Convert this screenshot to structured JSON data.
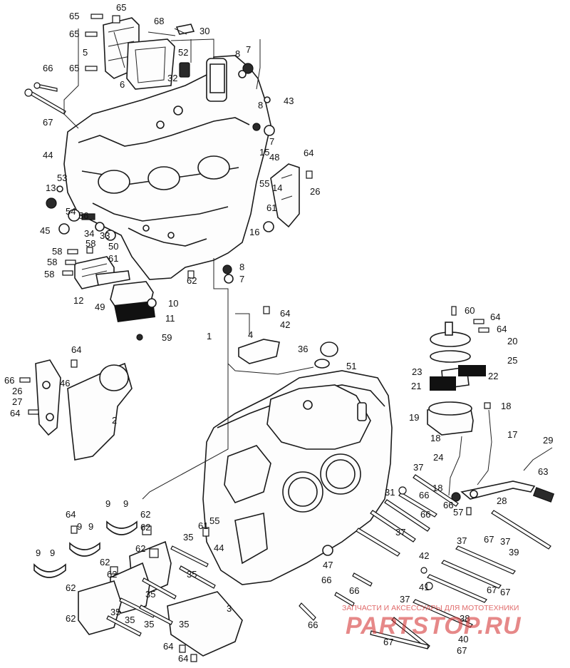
{
  "callouts": [
    {
      "id": "c65a",
      "text": "65"
    },
    {
      "id": "c65b",
      "text": "65"
    },
    {
      "id": "c65c",
      "text": "65"
    },
    {
      "id": "c65d",
      "text": "65"
    },
    {
      "id": "c68",
      "text": "68"
    },
    {
      "id": "c30",
      "text": "30"
    },
    {
      "id": "c52",
      "text": "52"
    },
    {
      "id": "c32",
      "text": "32"
    },
    {
      "id": "c5",
      "text": "5"
    },
    {
      "id": "c6",
      "text": "6"
    },
    {
      "id": "c66a",
      "text": "66"
    },
    {
      "id": "c67a",
      "text": "67"
    },
    {
      "id": "c8a",
      "text": "8"
    },
    {
      "id": "c7a",
      "text": "7"
    },
    {
      "id": "c43",
      "text": "43"
    },
    {
      "id": "c8b",
      "text": "8"
    },
    {
      "id": "c7b",
      "text": "7"
    },
    {
      "id": "c44a",
      "text": "44"
    },
    {
      "id": "c15",
      "text": "15"
    },
    {
      "id": "c48",
      "text": "48"
    },
    {
      "id": "c64a",
      "text": "64"
    },
    {
      "id": "c13",
      "text": "13"
    },
    {
      "id": "c53",
      "text": "53"
    },
    {
      "id": "c55a",
      "text": "55"
    },
    {
      "id": "c14",
      "text": "14"
    },
    {
      "id": "c26a",
      "text": "26"
    },
    {
      "id": "c61a",
      "text": "61"
    },
    {
      "id": "c54",
      "text": "54"
    },
    {
      "id": "c56",
      "text": "56"
    },
    {
      "id": "c45",
      "text": "45"
    },
    {
      "id": "c34",
      "text": "34"
    },
    {
      "id": "c33",
      "text": "33"
    },
    {
      "id": "c16",
      "text": "16"
    },
    {
      "id": "c58a",
      "text": "58"
    },
    {
      "id": "c58b",
      "text": "58"
    },
    {
      "id": "c58c",
      "text": "58"
    },
    {
      "id": "c58d",
      "text": "58"
    },
    {
      "id": "c50",
      "text": "50"
    },
    {
      "id": "c61b",
      "text": "61"
    },
    {
      "id": "c8c",
      "text": "8"
    },
    {
      "id": "c7c",
      "text": "7"
    },
    {
      "id": "c12",
      "text": "12"
    },
    {
      "id": "c62a",
      "text": "62"
    },
    {
      "id": "c49",
      "text": "49"
    },
    {
      "id": "c10",
      "text": "10"
    },
    {
      "id": "c11",
      "text": "11"
    },
    {
      "id": "c59",
      "text": "59"
    },
    {
      "id": "c64b",
      "text": "64"
    },
    {
      "id": "c42a",
      "text": "42"
    },
    {
      "id": "c1",
      "text": "1"
    },
    {
      "id": "c4",
      "text": "4"
    },
    {
      "id": "c60",
      "text": "60"
    },
    {
      "id": "c64c",
      "text": "64"
    },
    {
      "id": "c64d",
      "text": "64"
    },
    {
      "id": "c20",
      "text": "20"
    },
    {
      "id": "c25",
      "text": "25"
    },
    {
      "id": "c36",
      "text": "36"
    },
    {
      "id": "c51",
      "text": "51"
    },
    {
      "id": "c23",
      "text": "23"
    },
    {
      "id": "c22",
      "text": "22"
    },
    {
      "id": "c21",
      "text": "21"
    },
    {
      "id": "c18a",
      "text": "18"
    },
    {
      "id": "c19",
      "text": "19"
    },
    {
      "id": "c18b",
      "text": "18"
    },
    {
      "id": "c17",
      "text": "17"
    },
    {
      "id": "c24",
      "text": "24"
    },
    {
      "id": "c64e",
      "text": "64"
    },
    {
      "id": "c66b",
      "text": "66"
    },
    {
      "id": "c26b",
      "text": "26"
    },
    {
      "id": "c27",
      "text": "27"
    },
    {
      "id": "c46",
      "text": "46"
    },
    {
      "id": "c64f",
      "text": "64"
    },
    {
      "id": "c2",
      "text": "2"
    },
    {
      "id": "c29",
      "text": "29"
    },
    {
      "id": "c37a",
      "text": "37"
    },
    {
      "id": "c63",
      "text": "63"
    },
    {
      "id": "c31",
      "text": "31"
    },
    {
      "id": "c18c",
      "text": "18"
    },
    {
      "id": "c66c",
      "text": "66"
    },
    {
      "id": "c66d",
      "text": "66"
    },
    {
      "id": "c28",
      "text": "28"
    },
    {
      "id": "c57",
      "text": "57"
    },
    {
      "id": "c66e",
      "text": "66"
    },
    {
      "id": "c37b",
      "text": "37"
    },
    {
      "id": "c9a",
      "text": "9"
    },
    {
      "id": "c9b",
      "text": "9"
    },
    {
      "id": "c62b",
      "text": "62"
    },
    {
      "id": "c64g",
      "text": "64"
    },
    {
      "id": "c9c",
      "text": "9"
    },
    {
      "id": "c9d",
      "text": "9"
    },
    {
      "id": "c62c",
      "text": "62"
    },
    {
      "id": "c61c",
      "text": "61"
    },
    {
      "id": "c55b",
      "text": "55"
    },
    {
      "id": "c35a",
      "text": "35"
    },
    {
      "id": "c62d",
      "text": "62"
    },
    {
      "id": "c44b",
      "text": "44"
    },
    {
      "id": "c37c",
      "text": "37"
    },
    {
      "id": "c37d",
      "text": "37"
    },
    {
      "id": "c67b",
      "text": "67"
    },
    {
      "id": "c39",
      "text": "39"
    },
    {
      "id": "c9e",
      "text": "9"
    },
    {
      "id": "c9f",
      "text": "9"
    },
    {
      "id": "c62e",
      "text": "62"
    },
    {
      "id": "c62f",
      "text": "62"
    },
    {
      "id": "c47",
      "text": "47"
    },
    {
      "id": "c42b",
      "text": "42"
    },
    {
      "id": "c35b",
      "text": "35"
    },
    {
      "id": "c66f",
      "text": "66"
    },
    {
      "id": "c66g",
      "text": "66"
    },
    {
      "id": "c67c",
      "text": "67"
    },
    {
      "id": "c35c",
      "text": "35"
    },
    {
      "id": "c41",
      "text": "41"
    },
    {
      "id": "c67d",
      "text": "67"
    },
    {
      "id": "c62g",
      "text": "62"
    },
    {
      "id": "c3",
      "text": "3"
    },
    {
      "id": "c35d",
      "text": "35"
    },
    {
      "id": "c66h",
      "text": "66"
    },
    {
      "id": "c37e",
      "text": "37"
    },
    {
      "id": "c35e",
      "text": "35"
    },
    {
      "id": "c62h",
      "text": "62"
    },
    {
      "id": "c35f",
      "text": "35"
    },
    {
      "id": "c35g",
      "text": "35"
    },
    {
      "id": "c38",
      "text": "38"
    },
    {
      "id": "c40",
      "text": "40"
    },
    {
      "id": "c64h",
      "text": "64"
    },
    {
      "id": "c67e",
      "text": "67"
    },
    {
      "id": "c67f",
      "text": "67"
    },
    {
      "id": "c64i",
      "text": "64"
    }
  ],
  "watermark": {
    "tagline": "ЗАПЧАСТИ И АКСЕССУАРЫ ДЛЯ МОТОТЕХНИКИ",
    "brand": "PARTSTOP.RU",
    "color": "#d63a3a"
  },
  "icons": [
    "bolt-icon",
    "gasket-icon",
    "crankcase-icon",
    "bearing-shell-icon",
    "filter-screen-icon"
  ]
}
